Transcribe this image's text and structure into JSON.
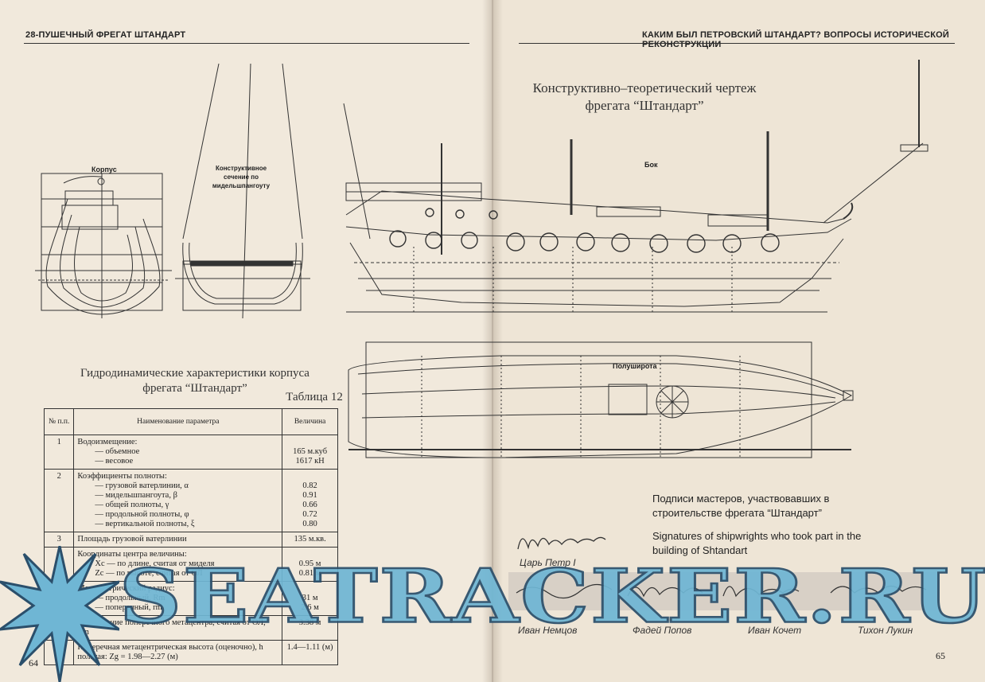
{
  "left_page": {
    "header": "28-ПУШЕЧНЫЙ ФРЕГАТ ШТАНДАРТ",
    "drawings": {
      "body_plan_label": "Корпус",
      "section_label": "Конструктивное сечение по мидельшпангоуту"
    },
    "table_title": "Гидродинамические характеристики корпуса фрегата “Штандарт”",
    "table_label": "Таблица 12",
    "table": {
      "headers": [
        "№ п.п.",
        "Наименование параметра",
        "Величина"
      ],
      "rows": [
        {
          "n": "1",
          "param": [
            "Водоизмещение:",
            "— объемное",
            "— весовое"
          ],
          "value": [
            "",
            "165 м.куб",
            "1617 кН"
          ]
        },
        {
          "n": "2",
          "param": [
            "Коэффициенты полноты:",
            "— грузовой ватерлинии, α",
            "— мидельшпангоута, β",
            "— общей полноты, γ",
            "— продольной полноты, φ",
            "— вертикальной полноты, ξ"
          ],
          "value": [
            "",
            "0.82",
            "0.91",
            "0.66",
            "0.72",
            "0.80"
          ]
        },
        {
          "n": "3",
          "param": [
            "Площадь грузовой ватерлинии"
          ],
          "value": [
            "135 м.кв."
          ]
        },
        {
          "n": "4",
          "param": [
            "Координаты центра величины:",
            "Xc — по длине, считая от миделя",
            "Zc — по высоте, считая от ОЛ"
          ],
          "value": [
            "",
            "0.95 м",
            "0.81 м"
          ]
        },
        {
          "n": "5",
          "param": [
            "Метацентрический радиус:",
            "— продольный, Rm",
            "— поперечный, rm"
          ],
          "value": [
            "",
            "31 м",
            "2.6 м"
          ]
        },
        {
          "n": "6",
          "param": [
            "Возвышение поперечного метацентра, считая от ОЛ, Zm"
          ],
          "value": [
            "3.38 м"
          ]
        },
        {
          "n": "7",
          "param": [
            "Поперечная метацентрическая высота (оценочно), h",
            "полагая: Zg = 1.98—2.27 (м)"
          ],
          "value": [
            "1.4—1.11 (м)",
            ""
          ]
        }
      ]
    },
    "page_number": "64"
  },
  "right_page": {
    "header": "КАКИМ БЫЛ ПЕТРОВСКИЙ ШТАНДАРТ? ВОПРОСЫ ИСТОРИЧЕСКОЙ РЕКОНСТРУКЦИИ",
    "drawing_title": "Конструктивно–теоретический чертеж фрегата “Штандарт”",
    "side_label": "Бок",
    "half_breadth_label": "Полуширота",
    "caption_ru": "Подписи мастеров, участвовавших в строительстве фрегата “Штандарт”",
    "caption_en": "Signatures of shipwrights who took part in the building of Shtandart",
    "signatures": [
      {
        "name": "Царь Петр I"
      },
      {
        "name": "Иван Немцов"
      },
      {
        "name": "Фадей Попов"
      },
      {
        "name": "Иван Кочет"
      },
      {
        "name": "Тихон Лукин"
      }
    ],
    "page_number": "65"
  },
  "watermark": "SEATRACKER.RU",
  "colors": {
    "paper": "#efe6d8",
    "ink": "#222222",
    "watermark_fill": "#6fb6d4",
    "watermark_stroke": "#2b4f6b"
  }
}
